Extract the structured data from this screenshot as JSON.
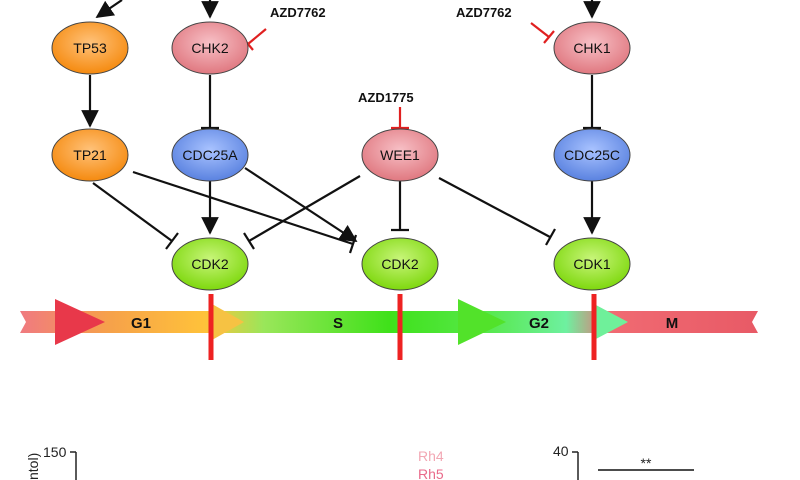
{
  "nodes": {
    "tp53": "TP53",
    "chk2": "CHK2",
    "chk1": "CHK1",
    "tp21": "TP21",
    "cdc25a": "CDC25A",
    "wee1": "WEE1",
    "cdc25c": "CDC25C",
    "cdk2_g1": "CDK2",
    "cdk2_s": "CDK2",
    "cdk1": "CDK1"
  },
  "drugs": {
    "azd7762_left": "AZD7762",
    "azd7762_right": "AZD7762",
    "azd1775": "AZD1775"
  },
  "phases": {
    "g1": "G1",
    "s": "S",
    "g2": "G2",
    "m": "M"
  },
  "lower_panel": {
    "left_tick": "150",
    "left_ylabel_fragment": "ntol)",
    "legend_rh4": "Rh4",
    "legend_rh5": "Rh5",
    "right_tick": "40",
    "significance": "**"
  },
  "colors": {
    "orange_node": "#f7941d",
    "pink_node": "#e8878f",
    "blue_node": "#6b8fe8",
    "green_node": "#8de31b",
    "inhibitor_red": "#e02020",
    "checkpoint_red": "#ee2222",
    "legend_rh4": "#f2a7b3",
    "legend_rh5": "#e96a8a"
  }
}
